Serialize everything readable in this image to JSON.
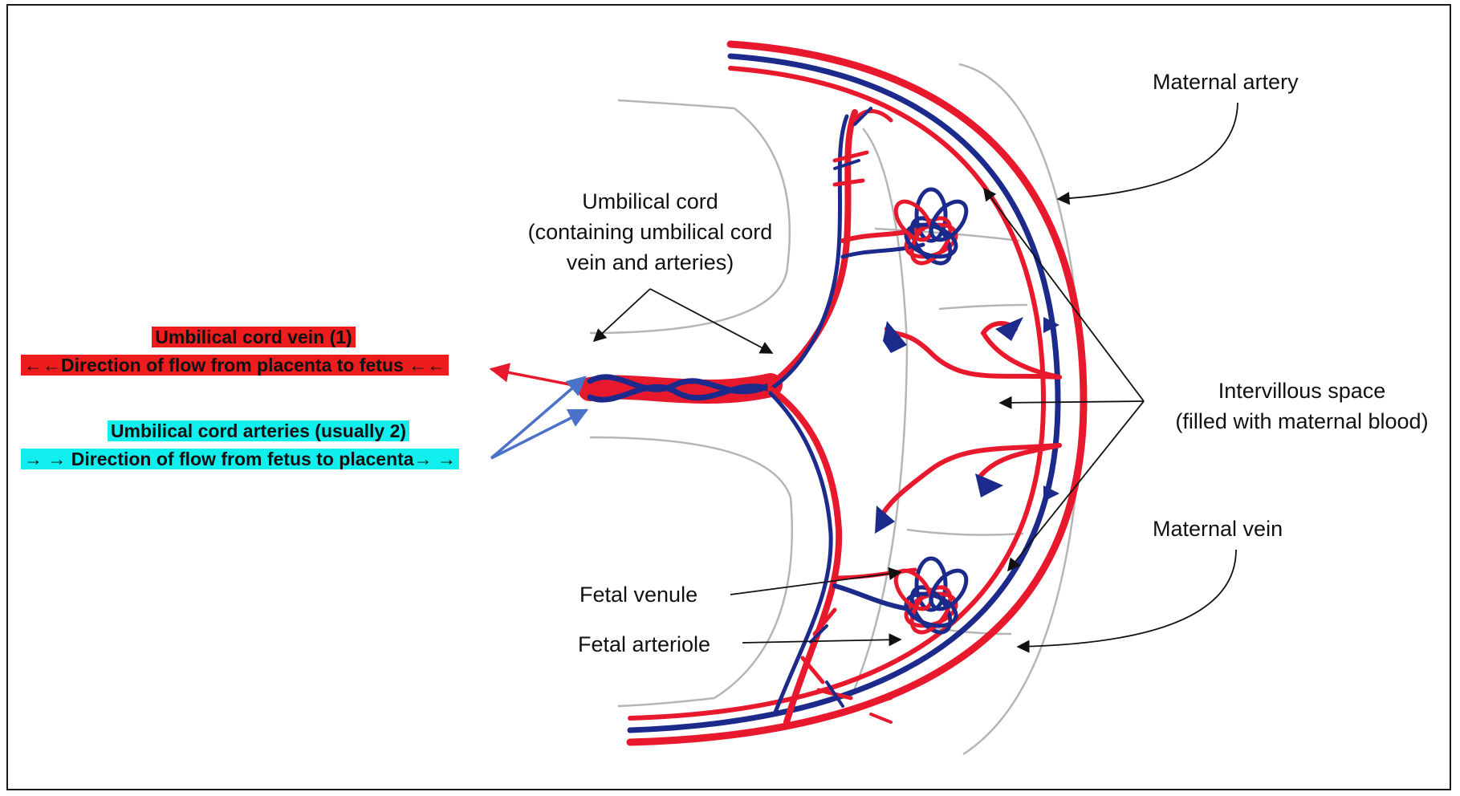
{
  "labels": {
    "umbilical_cord_title": "Umbilical cord",
    "umbilical_cord_line2": "(containing umbilical cord",
    "umbilical_cord_line3": "vein and arteries)",
    "maternal_artery": "Maternal artery",
    "intervillous_line1": "Intervillous space",
    "intervillous_line2": "(filled with maternal blood)",
    "maternal_vein": "Maternal vein",
    "fetal_venule": "Fetal venule",
    "fetal_arteriole": "Fetal arteriole"
  },
  "vein_box": {
    "title": "Umbilical cord vein (1)",
    "flow": "←←Direction of flow from placenta to fetus ←←",
    "color": "#ee1c1c"
  },
  "artery_box": {
    "title": "Umbilical cord arteries (usually 2)",
    "flow": "→ → Direction of flow from fetus to placenta→ →",
    "color": "#11eeee"
  },
  "colors": {
    "vessel_red": "#e8192c",
    "vessel_blue": "#1c2a8c",
    "outline": "#b5b5b5",
    "arrow_red": "#e8192c",
    "arrow_blue": "#4a72c8"
  }
}
